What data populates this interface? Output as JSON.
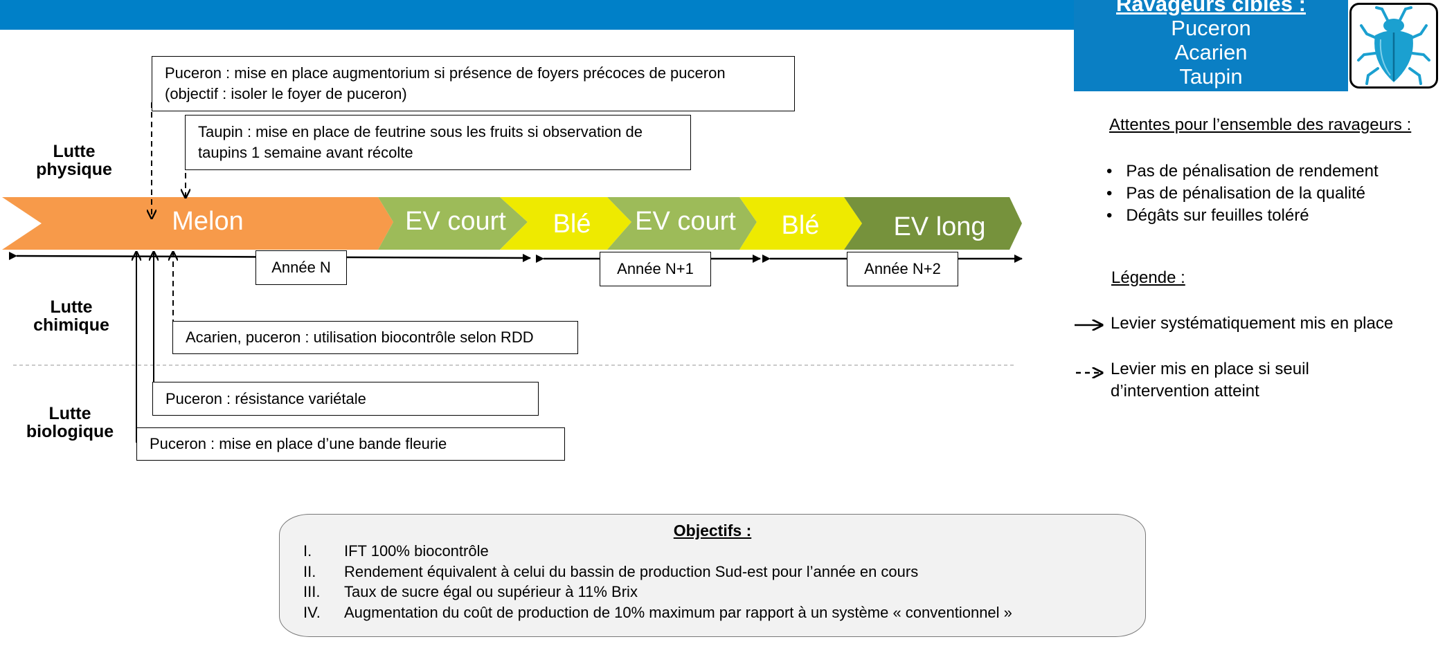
{
  "pests": {
    "title": "Ravageurs cibles :",
    "items": [
      "Puceron",
      "Acarien",
      "Taupin"
    ],
    "icon": "beetle-icon"
  },
  "row_labels": {
    "physique": [
      "Lutte",
      "physique"
    ],
    "chimique": [
      "Lutte",
      "chimique"
    ],
    "biologique": [
      "Lutte",
      "biologique"
    ]
  },
  "crops": [
    {
      "label": "Melon",
      "color": "#f79a4a"
    },
    {
      "label": "EV court",
      "color": "#9dbb59"
    },
    {
      "label": "Blé",
      "color": "#eeea00"
    },
    {
      "label": "EV court",
      "color": "#9dbb59"
    },
    {
      "label": "Blé",
      "color": "#eeea00"
    },
    {
      "label": "EV long",
      "color": "#76923c"
    }
  ],
  "years": [
    "Année N",
    "Année N+1",
    "Année N+2"
  ],
  "boxes": {
    "augmentorium": [
      "Puceron : mise en place augmentorium si présence de foyers précoces de puceron",
      "(objectif : isoler le foyer de puceron)"
    ],
    "feutrine": [
      "Taupin : mise en place de feutrine sous les fruits si observation de",
      "taupins 1 semaine avant récolte"
    ],
    "biocontrole": "Acarien, puceron : utilisation biocontrôle selon RDD",
    "resistance": "Puceron : résistance variétale",
    "bande": "Puceron : mise en place d’une bande fleurie"
  },
  "expectations": {
    "title": "Attentes pour l’ensemble des ravageurs :",
    "items": [
      "Pas de pénalisation de rendement",
      "Pas de pénalisation de la qualité",
      "Dégâts sur feuilles toléré"
    ]
  },
  "legend": {
    "title": "Légende :",
    "systematic": "Levier systématiquement mis en place",
    "threshold": [
      "Levier mis en place si seuil",
      "d’intervention atteint"
    ]
  },
  "objectives": {
    "title": "Objectifs :",
    "items": [
      {
        "num": "I.",
        "text": "IFT 100% biocontrôle"
      },
      {
        "num": "II.",
        "text": "Rendement équivalent à celui du bassin de production Sud-est pour l’année en cours"
      },
      {
        "num": "III.",
        "text": "Taux de sucre égal ou supérieur à 11% Brix"
      },
      {
        "num": "IV.",
        "text": "Augmentation du coût de production de 10% maximum par rapport à un système « conventionnel »"
      }
    ]
  }
}
